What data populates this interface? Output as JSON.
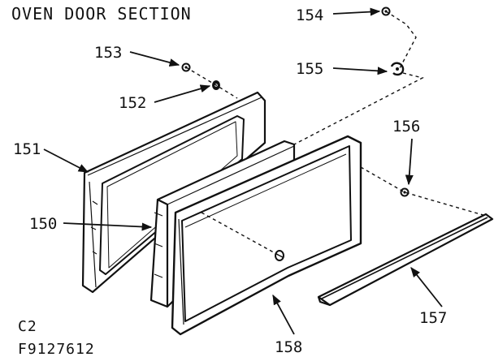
{
  "title": "OVEN DOOR SECTION",
  "code_line1": "C2",
  "code_line2": "F9127612",
  "parts": {
    "p150": "150",
    "p151": "151",
    "p152": "152",
    "p153": "153",
    "p154": "154",
    "p155": "155",
    "p156": "156",
    "p157": "157",
    "p158": "158"
  },
  "colors": {
    "ink": "#111111",
    "fill": "#ffffff"
  }
}
